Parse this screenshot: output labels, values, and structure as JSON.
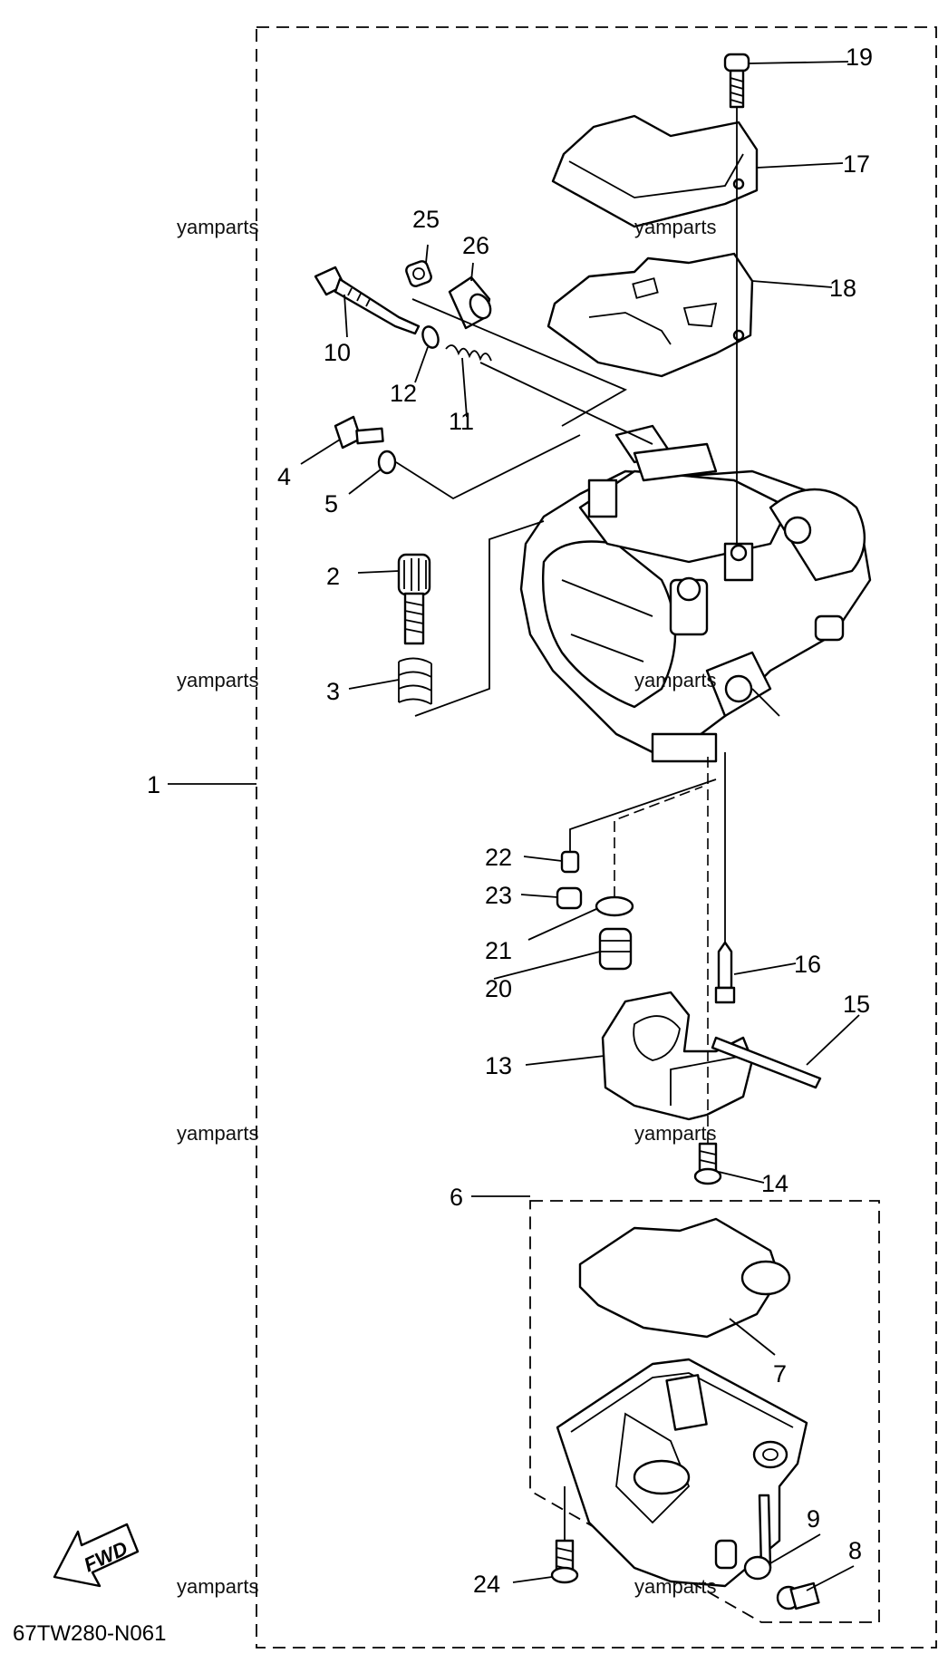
{
  "drawing_code": "67TW280-N061",
  "fwd_label": "FWD",
  "watermark": "yamparts",
  "callouts": {
    "c1": "1",
    "c2": "2",
    "c3": "3",
    "c4": "4",
    "c5": "5",
    "c6": "6",
    "c7": "7",
    "c8": "8",
    "c9": "9",
    "c10": "10",
    "c11": "11",
    "c12": "12",
    "c13": "13",
    "c14": "14",
    "c15": "15",
    "c16": "16",
    "c17": "17",
    "c18": "18",
    "c19": "19",
    "c20": "20",
    "c21": "21",
    "c22": "22",
    "c23": "23",
    "c24": "24",
    "c25": "25",
    "c26": "26"
  }
}
